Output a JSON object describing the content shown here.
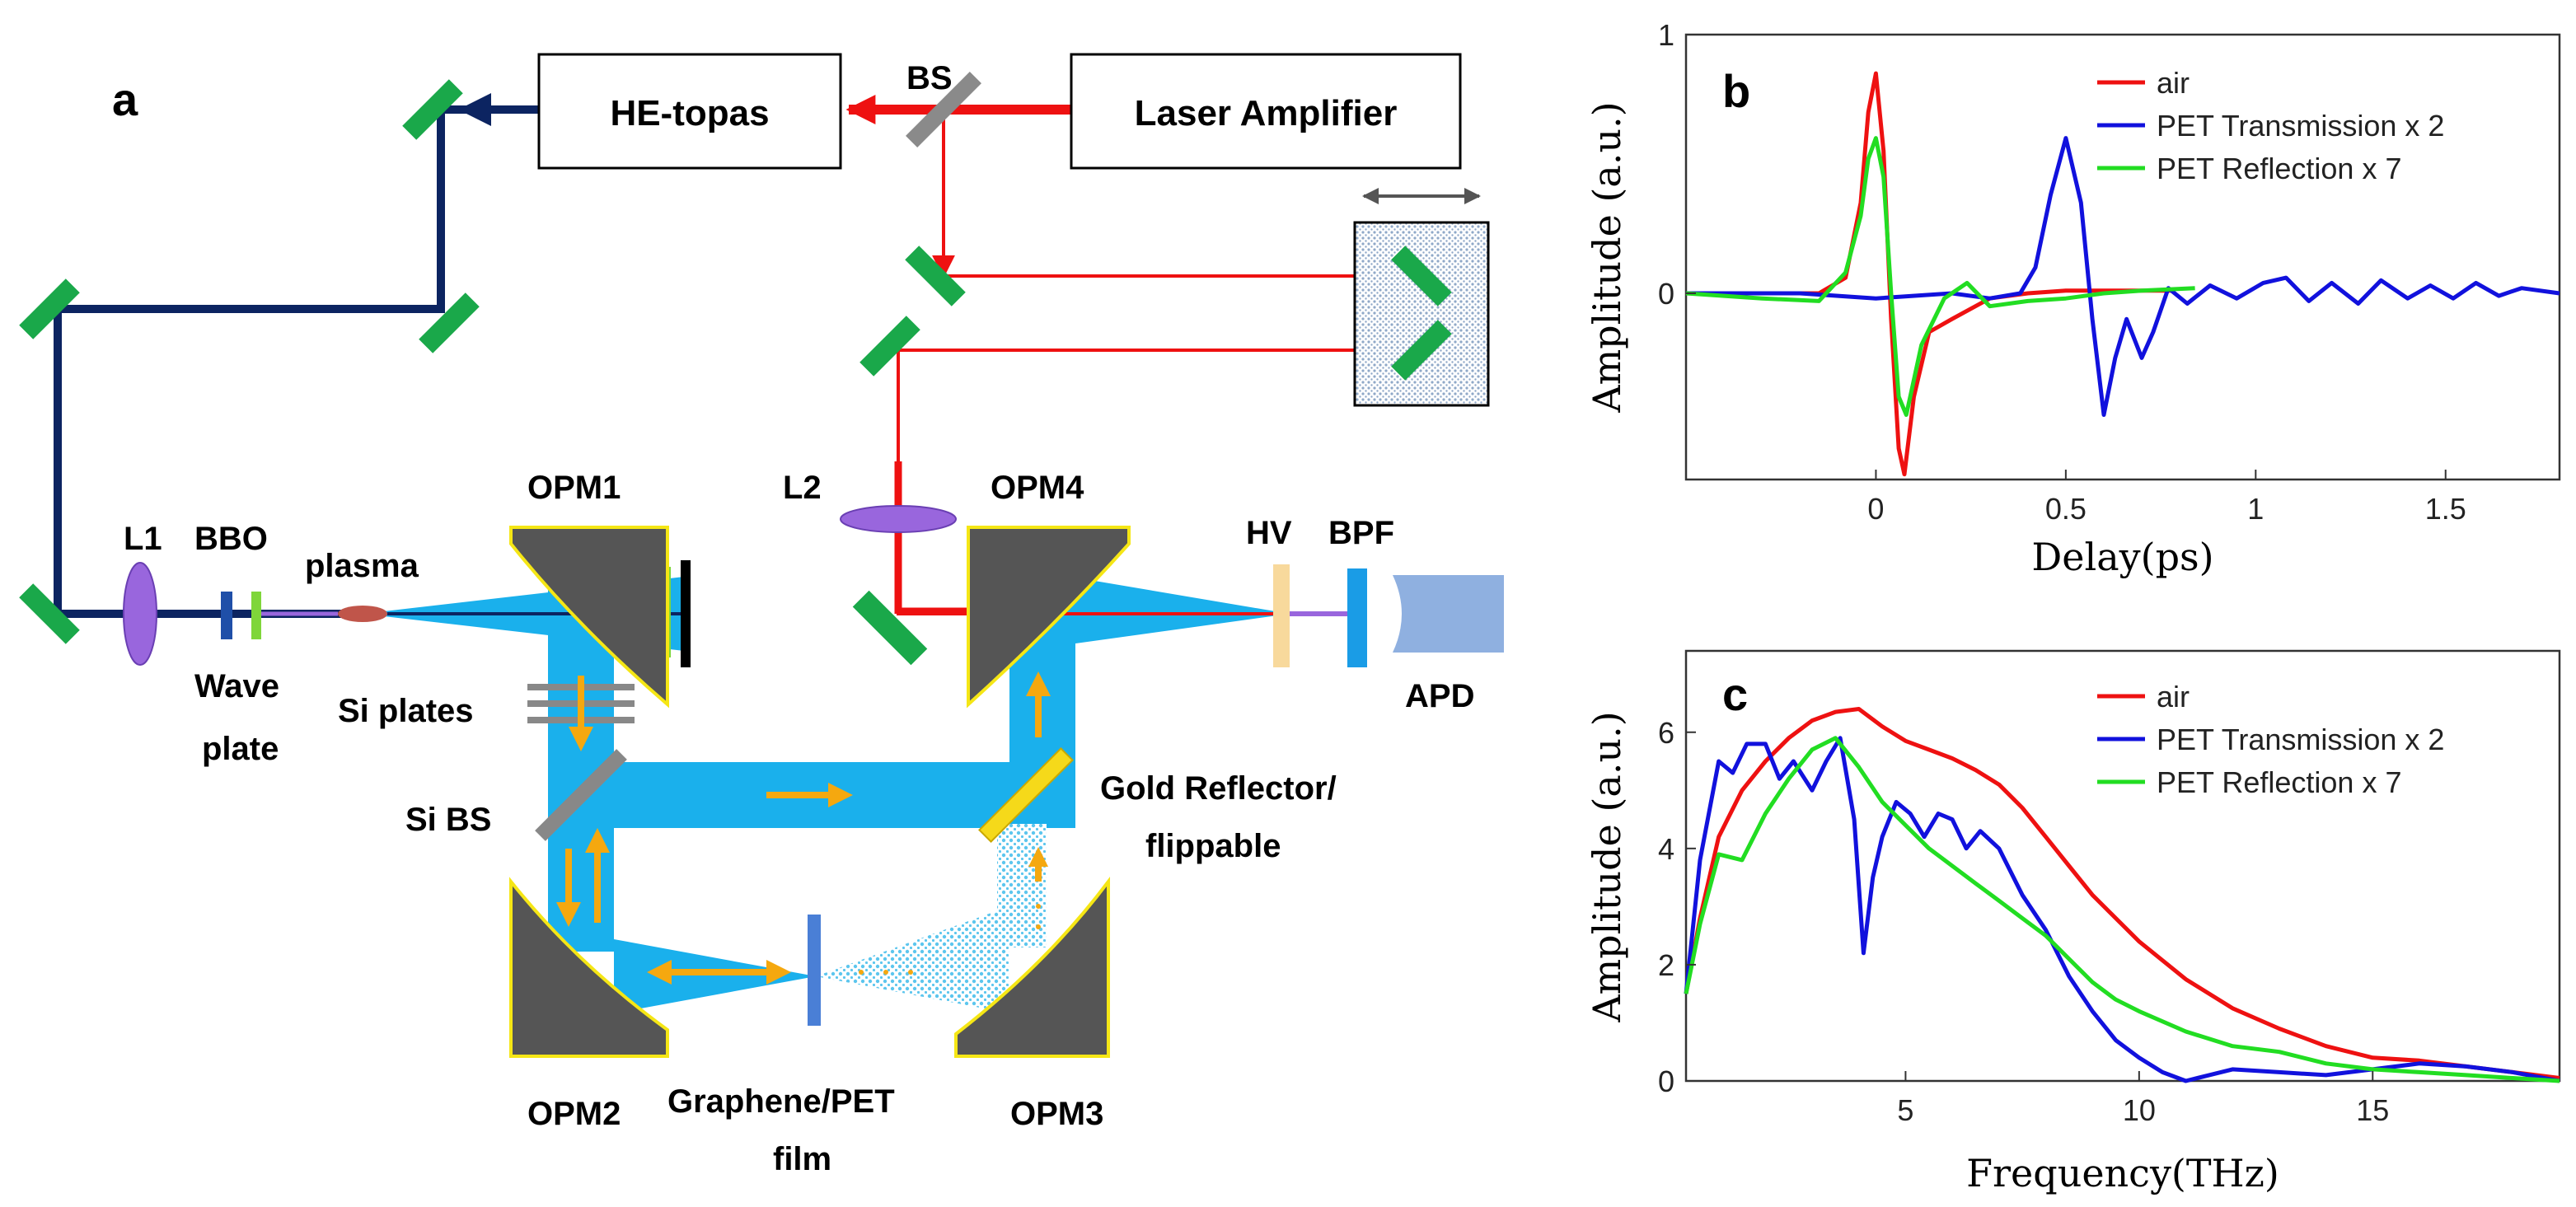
{
  "colors": {
    "thz_beam": "#1ab0ec",
    "mirror_green": "#1aa84a",
    "laser_red": "#ee1111",
    "beam_navy": "#0c2461",
    "mirror_dark": "#555555",
    "mirror_border": "#f5e615",
    "arrow_orange": "#f5a80f",
    "lens_purple": "#9966dd",
    "apd_blue": "#8fb0e0",
    "air": "#ee1111",
    "pet_transmission": "#1111dd",
    "pet_reflection": "#22dd22"
  },
  "setup": {
    "panel_label": "a",
    "boxes": {
      "hetopas": "HE-topas",
      "laser": "Laser Amplifier"
    },
    "labels": {
      "bs": "BS",
      "l1": "L1",
      "bbo": "BBO",
      "plasma": "plasma",
      "wave_plate_1": "Wave",
      "wave_plate_2": "plate",
      "opm1": "OPM1",
      "opm2": "OPM2",
      "opm3": "OPM3",
      "opm4": "OPM4",
      "si_plates": "Si plates",
      "si_bs": "Si BS",
      "l2": "L2",
      "hv": "HV",
      "bpf": "BPF",
      "apd": "APD",
      "gold_1": "Gold Reflector/",
      "gold_2": "flippable",
      "film_1": "Graphene/PET",
      "film_2": "film"
    }
  },
  "chart_data": [
    {
      "panel_label": "b",
      "type": "line",
      "xlabel": "Delay(ps)",
      "ylabel": "Amplitude (a.u.)",
      "xlim": [
        -0.5,
        1.8
      ],
      "ylim": [
        -0.72,
        1.0
      ],
      "xticks": [
        0,
        0.5,
        1,
        1.5
      ],
      "xtick_labels": [
        "0",
        "0.5",
        "1",
        "1.5"
      ],
      "yticks": [
        0,
        1
      ],
      "ytick_labels": [
        "0",
        "1"
      ],
      "legend_position": "top-right",
      "series": [
        {
          "name": "air",
          "color": "#ee1111",
          "x": [
            -0.5,
            -0.3,
            -0.15,
            -0.08,
            -0.04,
            -0.02,
            0.0,
            0.02,
            0.04,
            0.06,
            0.075,
            0.1,
            0.14,
            0.2,
            0.3,
            0.4,
            0.5,
            0.6,
            0.7,
            0.78
          ],
          "y": [
            0.0,
            0.0,
            0.0,
            0.06,
            0.35,
            0.7,
            0.85,
            0.55,
            -0.1,
            -0.6,
            -0.7,
            -0.4,
            -0.15,
            -0.1,
            -0.02,
            0.0,
            0.01,
            0.01,
            0.01,
            0.01
          ]
        },
        {
          "name": "PET Transmission x 2",
          "color": "#1111dd",
          "x": [
            -0.5,
            -0.2,
            0.0,
            0.2,
            0.3,
            0.38,
            0.42,
            0.46,
            0.5,
            0.54,
            0.57,
            0.6,
            0.63,
            0.66,
            0.7,
            0.73,
            0.77,
            0.82,
            0.88,
            0.95,
            1.02,
            1.08,
            1.14,
            1.2,
            1.27,
            1.33,
            1.4,
            1.46,
            1.52,
            1.58,
            1.64,
            1.7,
            1.8
          ],
          "y": [
            0.0,
            0.0,
            -0.02,
            0.0,
            -0.02,
            0.0,
            0.1,
            0.38,
            0.6,
            0.35,
            -0.1,
            -0.47,
            -0.25,
            -0.1,
            -0.25,
            -0.15,
            0.02,
            -0.04,
            0.03,
            -0.02,
            0.04,
            0.06,
            -0.03,
            0.04,
            -0.04,
            0.05,
            -0.02,
            0.03,
            -0.02,
            0.04,
            -0.01,
            0.02,
            0.0
          ]
        },
        {
          "name": "PET Reflection x 7",
          "color": "#22dd22",
          "x": [
            -0.5,
            -0.3,
            -0.15,
            -0.08,
            -0.04,
            -0.02,
            0.0,
            0.02,
            0.04,
            0.06,
            0.08,
            0.12,
            0.18,
            0.24,
            0.3,
            0.4,
            0.5,
            0.6,
            0.7,
            0.84
          ],
          "y": [
            0.0,
            -0.02,
            -0.03,
            0.08,
            0.3,
            0.52,
            0.6,
            0.45,
            0.0,
            -0.4,
            -0.47,
            -0.2,
            -0.02,
            0.04,
            -0.05,
            -0.03,
            -0.02,
            0.0,
            0.01,
            0.02
          ]
        }
      ]
    },
    {
      "panel_label": "c",
      "type": "line",
      "xlabel": "Frequency(THz)",
      "ylabel": "Amplitude (a.u.)",
      "xlim": [
        0.3,
        19
      ],
      "ylim": [
        0,
        7.4
      ],
      "xticks": [
        5,
        10,
        15
      ],
      "xtick_labels": [
        "5",
        "10",
        "15"
      ],
      "yticks": [
        0,
        2,
        4,
        6
      ],
      "ytick_labels": [
        "0",
        "2",
        "4",
        "6"
      ],
      "legend_position": "top-right",
      "series": [
        {
          "name": "air",
          "color": "#ee1111",
          "x": [
            0.3,
            0.6,
            1,
            1.5,
            2,
            2.5,
            3,
            3.5,
            4,
            4.5,
            5,
            5.5,
            6,
            6.5,
            7,
            7.5,
            8,
            8.5,
            9,
            9.5,
            10,
            11,
            12,
            13,
            14,
            15,
            16,
            17,
            18,
            19
          ],
          "y": [
            1.5,
            2.8,
            4.2,
            5.0,
            5.5,
            5.9,
            6.2,
            6.35,
            6.4,
            6.1,
            5.85,
            5.7,
            5.55,
            5.35,
            5.1,
            4.7,
            4.2,
            3.7,
            3.2,
            2.8,
            2.4,
            1.75,
            1.25,
            0.9,
            0.6,
            0.4,
            0.35,
            0.25,
            0.15,
            0.05
          ]
        },
        {
          "name": "PET Transmission x 2",
          "color": "#1111dd",
          "x": [
            0.3,
            0.6,
            1,
            1.3,
            1.6,
            2,
            2.3,
            2.6,
            3,
            3.3,
            3.6,
            3.9,
            4.1,
            4.3,
            4.5,
            4.8,
            5.1,
            5.4,
            5.7,
            6,
            6.3,
            6.6,
            7,
            7.5,
            8,
            8.5,
            9,
            9.5,
            10,
            10.5,
            11,
            11.5,
            12,
            13,
            14,
            15,
            16,
            17,
            18,
            19
          ],
          "y": [
            1.5,
            3.8,
            5.5,
            5.3,
            5.8,
            5.8,
            5.2,
            5.5,
            5.0,
            5.5,
            5.9,
            4.5,
            2.2,
            3.5,
            4.2,
            4.8,
            4.6,
            4.2,
            4.6,
            4.5,
            4.0,
            4.3,
            4.0,
            3.2,
            2.6,
            1.8,
            1.2,
            0.7,
            0.4,
            0.15,
            0.0,
            0.1,
            0.2,
            0.15,
            0.1,
            0.2,
            0.3,
            0.25,
            0.15,
            0.0
          ]
        },
        {
          "name": "PET Reflection x 7",
          "color": "#22dd22",
          "x": [
            0.3,
            0.6,
            1,
            1.5,
            2,
            2.5,
            3,
            3.5,
            4,
            4.5,
            5,
            5.5,
            6,
            6.5,
            7,
            7.5,
            8,
            8.5,
            9,
            9.5,
            10,
            11,
            12,
            13,
            14,
            15,
            16,
            17,
            18,
            19
          ],
          "y": [
            1.5,
            2.7,
            3.9,
            3.8,
            4.6,
            5.2,
            5.7,
            5.9,
            5.4,
            4.8,
            4.4,
            4.0,
            3.7,
            3.4,
            3.1,
            2.8,
            2.5,
            2.1,
            1.7,
            1.4,
            1.2,
            0.85,
            0.6,
            0.5,
            0.3,
            0.2,
            0.15,
            0.1,
            0.05,
            0.0
          ]
        }
      ]
    }
  ]
}
